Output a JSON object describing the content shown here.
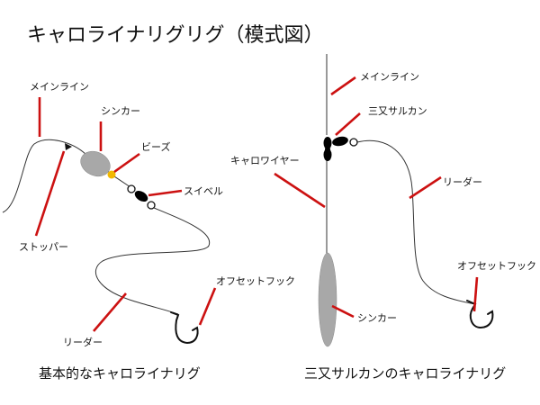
{
  "title": "キャロライナリグリグ（模式図）",
  "left": {
    "caption": "基本的なキャロライナリグ",
    "labels": {
      "main_line": "メインライン",
      "sinker": "シンカー",
      "beads": "ビーズ",
      "swivel": "スイベル",
      "stopper": "ストッパー",
      "offset_hook": "オフセットフック",
      "leader": "リーダー"
    }
  },
  "right": {
    "caption": "三又サルカンのキャロライナリグ",
    "labels": {
      "main_line": "メインライン",
      "three_way_swivel": "三又サルカン",
      "carolina_wire": "キャロワイヤー",
      "leader": "リーダー",
      "offset_hook": "オフセットフック",
      "sinker": "シンカー"
    }
  },
  "colors": {
    "pointer": "#cc1111",
    "sinker": "#a8a8a8",
    "beads": "#f2b800",
    "swivel": "#000000"
  }
}
